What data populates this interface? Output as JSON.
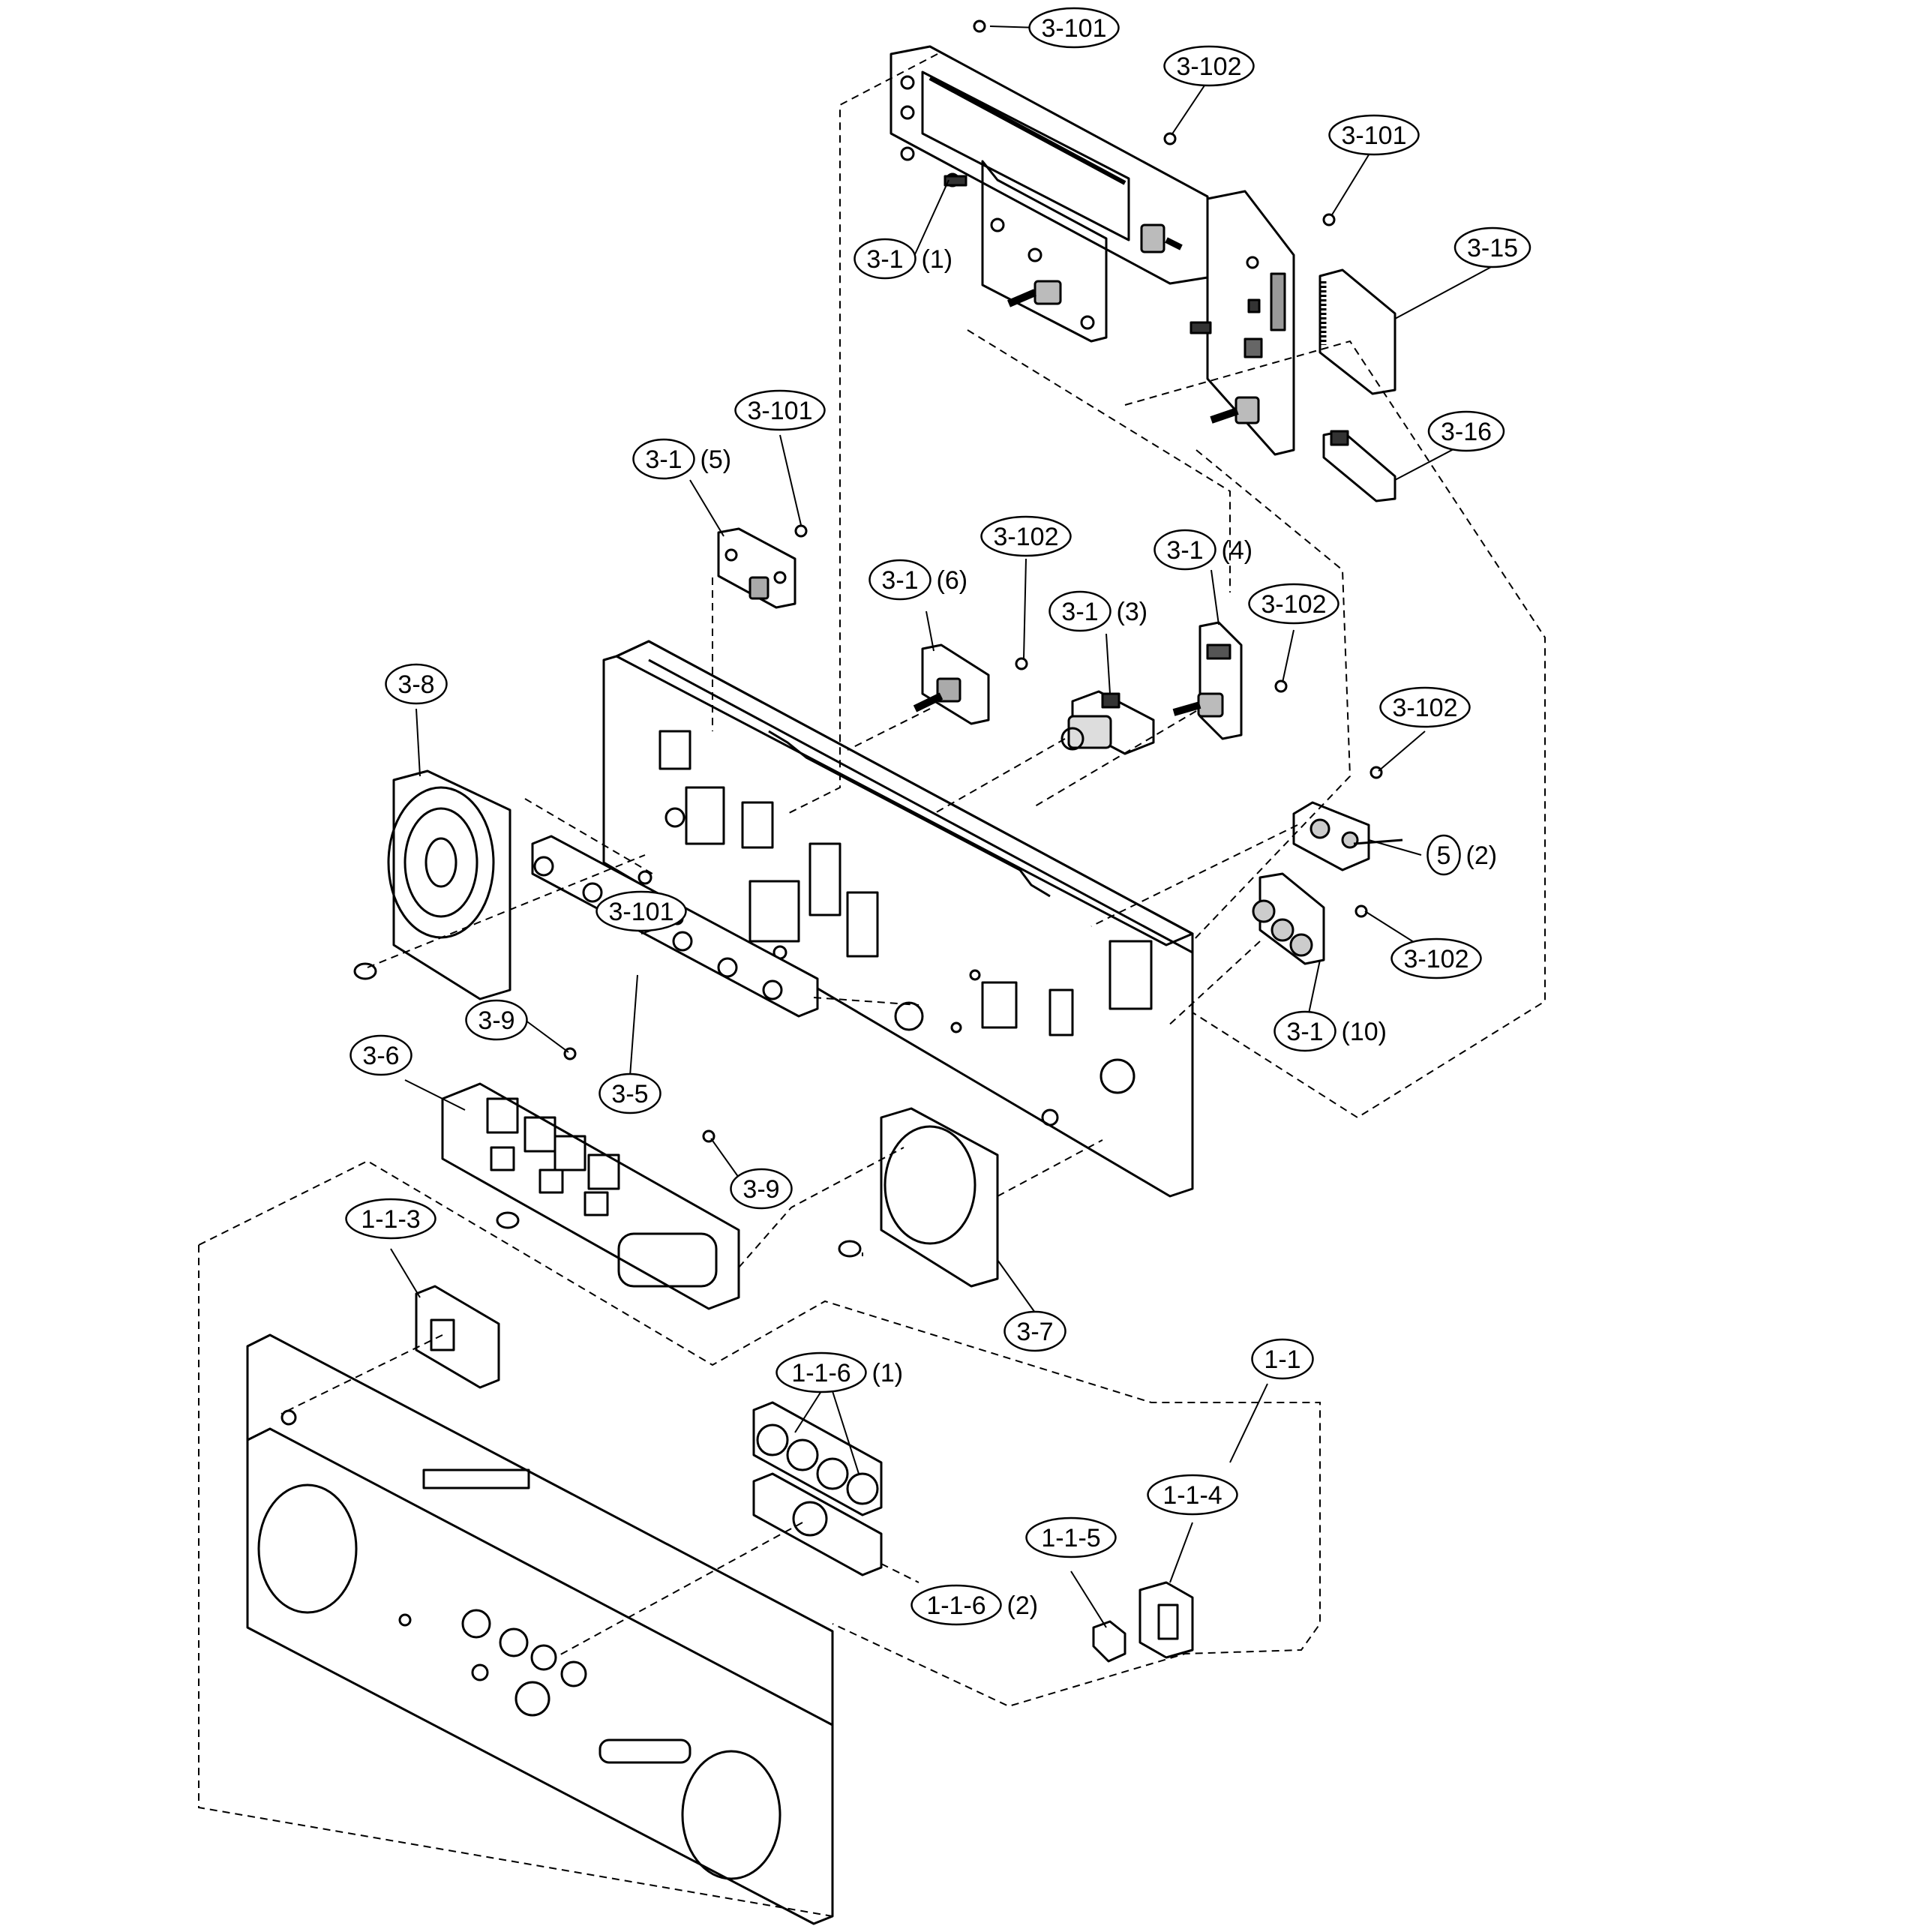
{
  "diagram": {
    "kind": "exploded-parts-view",
    "callouts": [
      {
        "id": "c01",
        "label": "3-101",
        "qty": ""
      },
      {
        "id": "c02",
        "label": "3-102",
        "qty": ""
      },
      {
        "id": "c03",
        "label": "3-101",
        "qty": ""
      },
      {
        "id": "c04",
        "label": "3-1",
        "qty": "(1)"
      },
      {
        "id": "c05",
        "label": "3-15",
        "qty": ""
      },
      {
        "id": "c06",
        "label": "3-16",
        "qty": ""
      },
      {
        "id": "c07",
        "label": "3-101",
        "qty": ""
      },
      {
        "id": "c08",
        "label": "3-1",
        "qty": "(5)"
      },
      {
        "id": "c09",
        "label": "3-102",
        "qty": ""
      },
      {
        "id": "c10",
        "label": "3-1",
        "qty": "(4)"
      },
      {
        "id": "c11",
        "label": "3-1",
        "qty": "(6)"
      },
      {
        "id": "c12",
        "label": "3-1",
        "qty": "(3)"
      },
      {
        "id": "c13",
        "label": "3-102",
        "qty": ""
      },
      {
        "id": "c14",
        "label": "3-8",
        "qty": ""
      },
      {
        "id": "c15",
        "label": "3-102",
        "qty": ""
      },
      {
        "id": "c16",
        "label": "5",
        "qty": "(2)"
      },
      {
        "id": "c17",
        "label": "3-101",
        "qty": ""
      },
      {
        "id": "c18",
        "label": "3-102",
        "qty": ""
      },
      {
        "id": "c19",
        "label": "3-9",
        "qty": ""
      },
      {
        "id": "c20",
        "label": "3-1",
        "qty": "(10)"
      },
      {
        "id": "c21",
        "label": "3-6",
        "qty": ""
      },
      {
        "id": "c22",
        "label": "3-5",
        "qty": ""
      },
      {
        "id": "c23",
        "label": "3-9",
        "qty": ""
      },
      {
        "id": "c24",
        "label": "1-1-3",
        "qty": ""
      },
      {
        "id": "c25",
        "label": "3-7",
        "qty": ""
      },
      {
        "id": "c26",
        "label": "1-1",
        "qty": ""
      },
      {
        "id": "c27",
        "label": "1-1-6",
        "qty": "(1)"
      },
      {
        "id": "c28",
        "label": "1-1-4",
        "qty": ""
      },
      {
        "id": "c29",
        "label": "1-1-5",
        "qty": ""
      },
      {
        "id": "c30",
        "label": "1-1-6",
        "qty": "(2)"
      }
    ]
  }
}
